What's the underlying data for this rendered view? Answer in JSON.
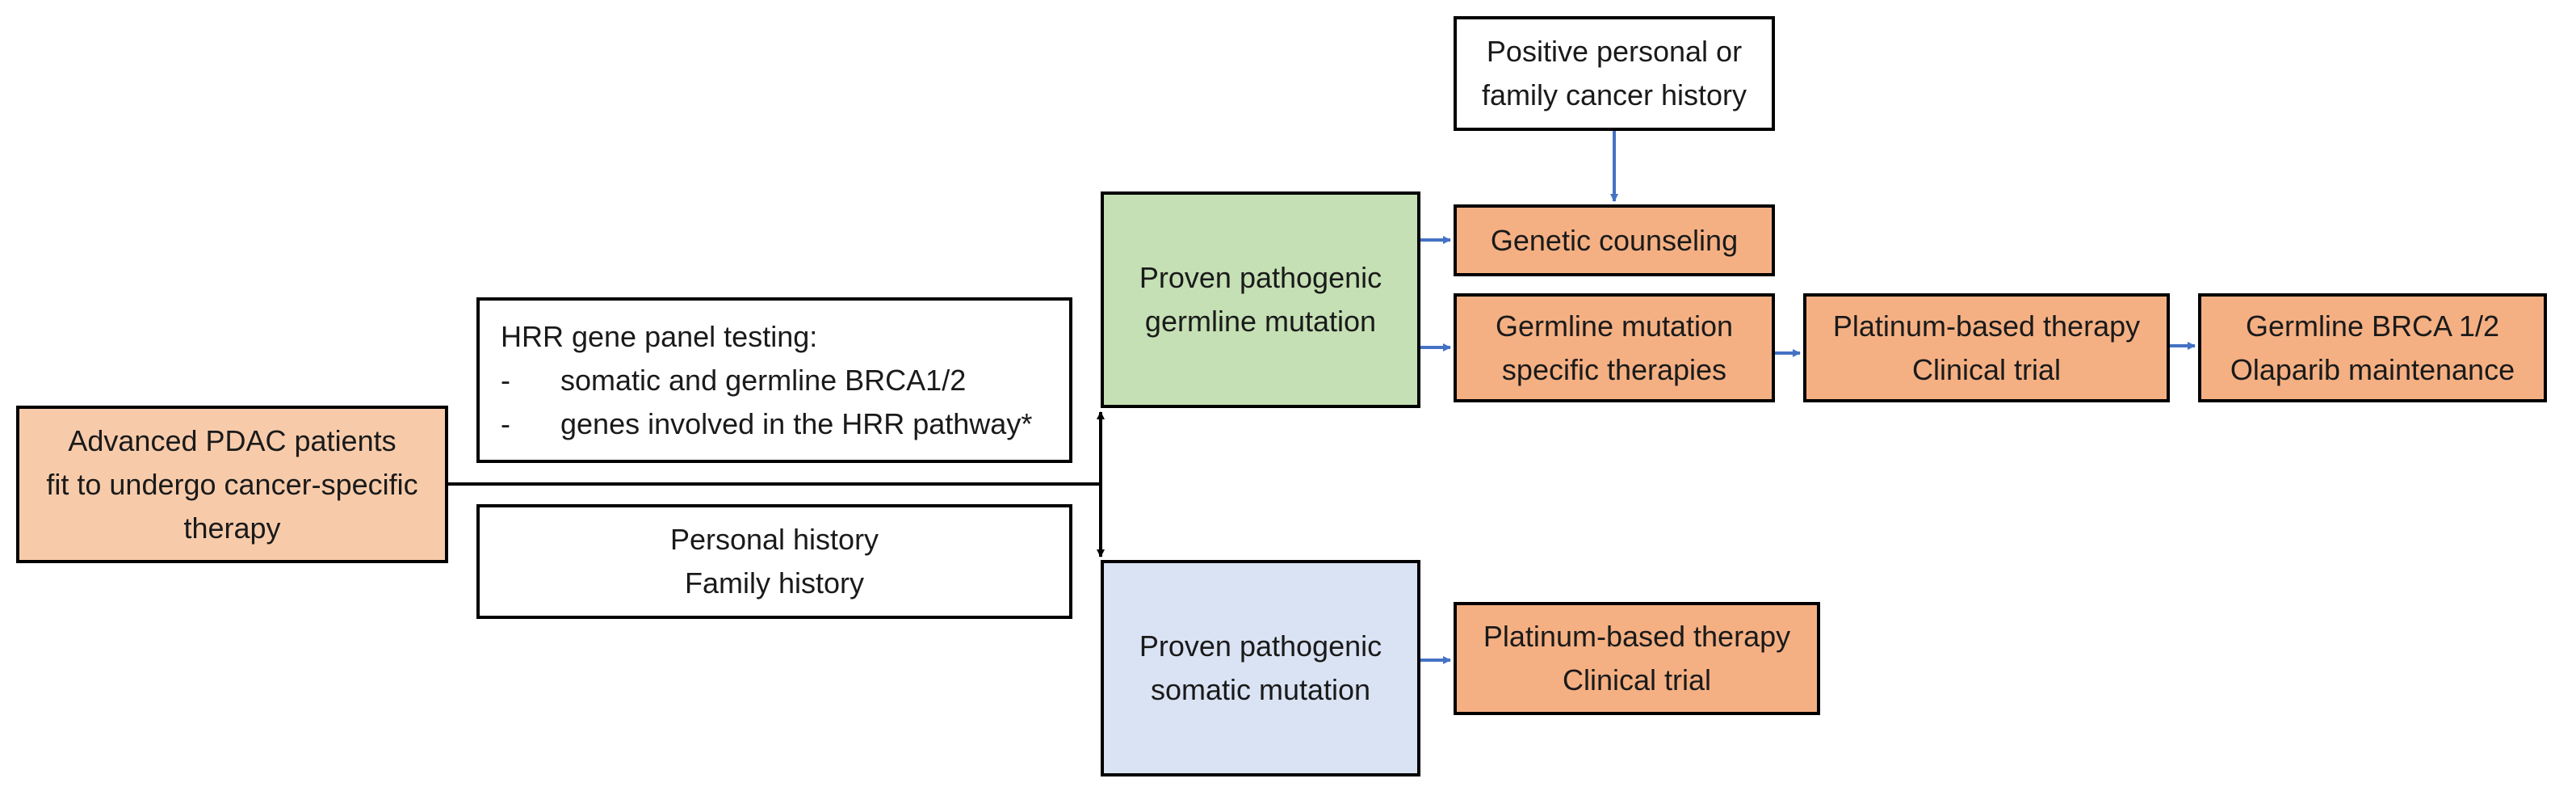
{
  "nodes": {
    "pdac": {
      "lines": [
        "Advanced PDAC patients",
        "fit to undergo cancer-specific",
        "therapy"
      ],
      "fill": "#f7cbaa"
    },
    "hrr_panel": {
      "heading": "HRR gene panel testing:",
      "bullets": [
        "somatic and germline BRCA1/2",
        "genes involved in the HRR pathway*"
      ],
      "bullet_marker": "-",
      "fill": "#ffffff"
    },
    "history": {
      "lines": [
        "Personal history",
        "Family history"
      ],
      "fill": "#ffffff"
    },
    "germline_mutation": {
      "lines": [
        "Proven pathogenic",
        "germline mutation"
      ],
      "fill": "#c5e0b4"
    },
    "somatic_mutation": {
      "lines": [
        "Proven pathogenic",
        "somatic mutation"
      ],
      "fill": "#dae3f3"
    },
    "family_history": {
      "lines": [
        "Positive personal or",
        "family cancer history"
      ],
      "fill": "#ffffff"
    },
    "genetic_counseling": {
      "lines": [
        "Genetic counseling"
      ],
      "fill": "#f4b083"
    },
    "germline_specific": {
      "lines": [
        "Germline mutation",
        "specific therapies"
      ],
      "fill": "#f4b083"
    },
    "platinum_germline": {
      "lines": [
        "Platinum-based therapy",
        "Clinical trial"
      ],
      "fill": "#f4b083"
    },
    "olaparib": {
      "lines": [
        "Germline BRCA 1/2",
        "Olaparib maintenance"
      ],
      "fill": "#f4b083"
    },
    "platinum_somatic": {
      "lines": [
        "Platinum-based therapy",
        "Clinical trial"
      ],
      "fill": "#f4b083"
    }
  },
  "edges": [
    {
      "from": "pdac",
      "to": "germline_mutation",
      "color": "#000000"
    },
    {
      "from": "pdac",
      "to": "somatic_mutation",
      "color": "#000000"
    },
    {
      "from": "family_history",
      "to": "genetic_counseling",
      "color": "#4472c4"
    },
    {
      "from": "germline_mutation",
      "to": "genetic_counseling",
      "color": "#4472c4"
    },
    {
      "from": "germline_mutation",
      "to": "germline_specific",
      "color": "#4472c4"
    },
    {
      "from": "germline_specific",
      "to": "platinum_germline",
      "color": "#4472c4"
    },
    {
      "from": "platinum_germline",
      "to": "olaparib",
      "color": "#4472c4"
    },
    {
      "from": "somatic_mutation",
      "to": "platinum_somatic",
      "color": "#4472c4"
    }
  ],
  "colors": {
    "border": "#000000",
    "main_connector": "#000000",
    "arrow_connector": "#4472c4"
  }
}
